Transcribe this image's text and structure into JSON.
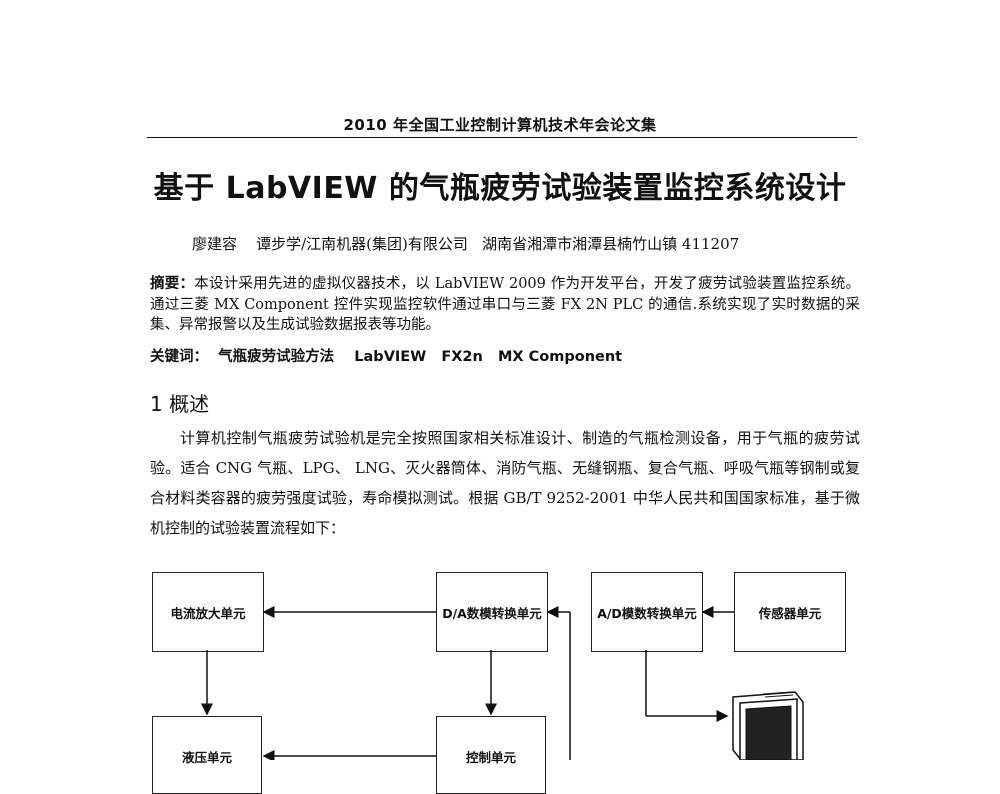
{
  "header": {
    "journal": "2010 年全国工业控制计算机技术年会论文集"
  },
  "paper": {
    "title": "基于 LabVIEW 的气瓶疲劳试验装置监控系统设计",
    "author_line": "廖建容    谭步学/江南机器(集团)有限公司   湖南省湘潭市湘潭县楠竹山镇 411207",
    "abstract_label": "摘要：",
    "abstract_text": "本设计采用先进的虚拟仪器技术，以 LabVIEW 2009 作为开发平台，开发了疲劳试验装置监控系统。通过三菱 MX Component 控件实现监控软件通过串口与三菱 FX 2N PLC 的通信.系统实现了实时数据的采集、异常报警以及生成试验数据报表等功能。",
    "keywords": "关键词：  气瓶疲劳试验方法    LabVIEW   FX2n   MX Component",
    "section_heading": "1 概述",
    "body_text": "计算机控制气瓶疲劳试验机是完全按照国家相关标准设计、制造的气瓶检测设备，用于气瓶的疲劳试验。适合 CNG 气瓶、LPG、 LNG、灭火器筒体、消防气瓶、无缝钢瓶、复合气瓶、呼吸气瓶等钢制或复合材料类容器的疲劳强度试验，寿命模拟测试。根据 GB/T 9252-2001 中华人民共和国国家标准，基于微机控制的试验装置流程如下："
  },
  "diagram": {
    "boxes": {
      "current_amp": "电流放大单元",
      "da_converter": "D/A数模转换单元",
      "ad_converter": "A/D模数转换单元",
      "sensor": "传感器单元",
      "hydraulic": "液压单元",
      "control": "控制单元"
    },
    "computer_icon": "computer-icon"
  }
}
